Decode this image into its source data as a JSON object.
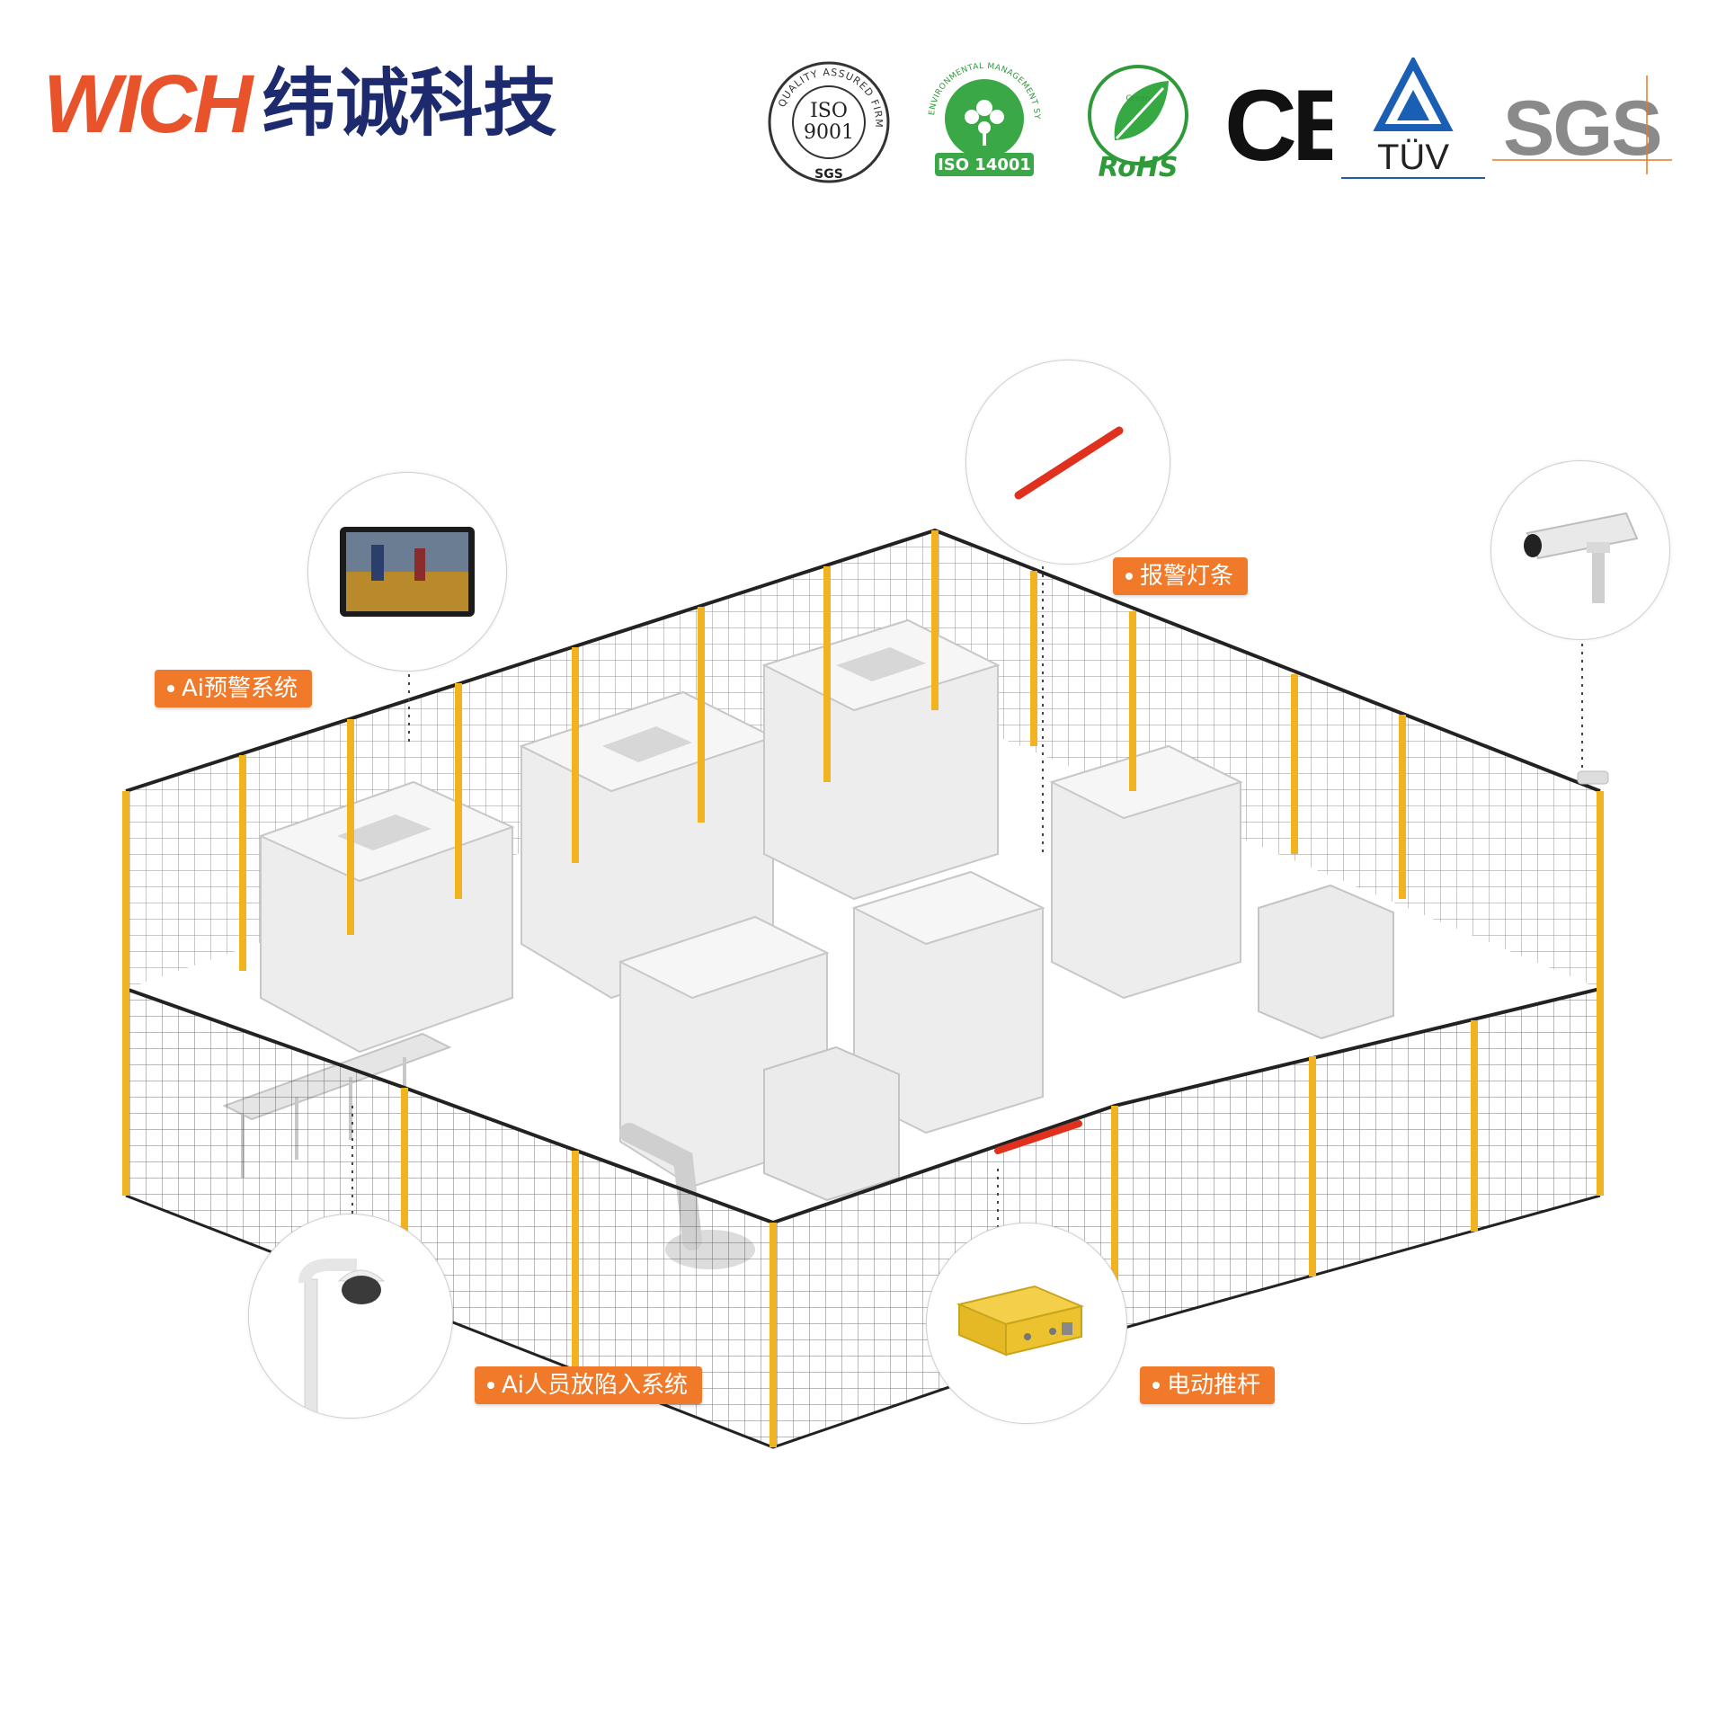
{
  "brand": {
    "wordmark": "WICH",
    "name_cn": "纬诚科技",
    "colors": {
      "wordmark": "#e8532c",
      "name": "#1d2b6e"
    }
  },
  "certifications": {
    "iso9001": {
      "ring_text": "QUALITY ASSURED FIRM",
      "line1": "ISO",
      "line2": "9001",
      "footer": "SGS"
    },
    "iso14001": {
      "ring_text": "ENVIRONMENTAL MANAGEMENT SYSTEM",
      "label": "ISO 14001"
    },
    "rohs": {
      "label": "RoHS",
      "small": "Green"
    },
    "ce": {
      "label": "CE"
    },
    "tuv": {
      "label": "TÜV"
    },
    "sgs": {
      "label": "SGS"
    }
  },
  "callouts": {
    "ai_warning": "Ai预警系统",
    "alarm_light": "报警灯条",
    "ai_intrusion": "Ai人员放陷入系统",
    "electric_pushrod": "电动推杆"
  },
  "colors": {
    "callout": "#f07a2a",
    "fence_post": "#f2b320",
    "fence_mesh": "#2a2a2a",
    "alarm_bar": "#e0301e",
    "machine": "#e9e9e9"
  },
  "icons": {
    "monitor": "monitor-icon",
    "alarm_bar": "alarm-bar-icon",
    "bullet_camera": "bullet-camera-icon",
    "dome_camera": "dome-camera-icon",
    "pushrod_box": "pushrod-actuator-icon"
  }
}
